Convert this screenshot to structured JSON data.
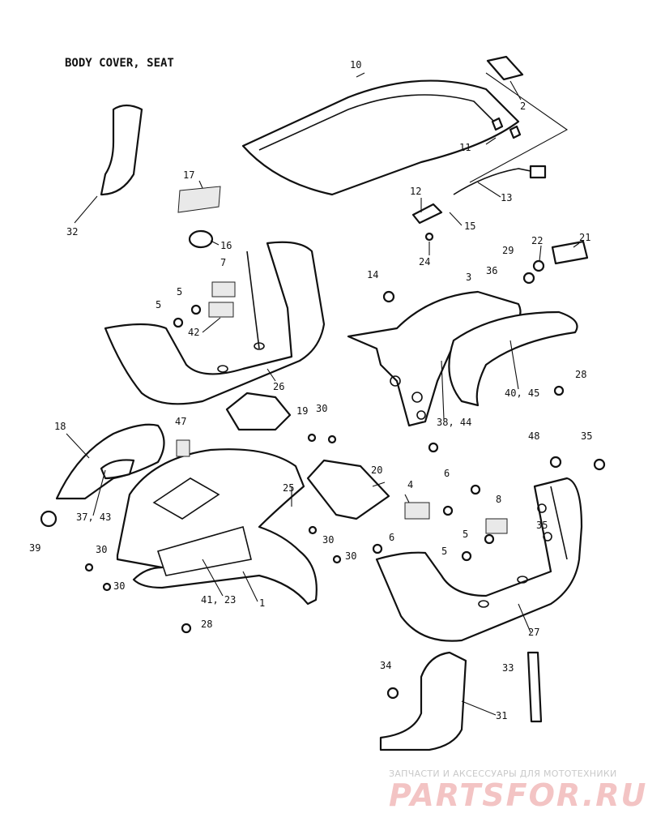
{
  "title": "BODY COVER, SEAT",
  "watermark": {
    "line1": "ЗАПЧАСТИ И АКСЕССУАРЫ ДЛЯ МОТОТЕХНИКИ",
    "logo": "PARTSFOR.RU"
  },
  "callouts": [
    "10",
    "2",
    "11",
    "32",
    "17",
    "12",
    "13",
    "15",
    "16",
    "7",
    "24",
    "22",
    "21",
    "29",
    "5",
    "5",
    "42",
    "14",
    "36",
    "3",
    "26",
    "28",
    "40, 45",
    "19",
    "30",
    "38, 44",
    "18",
    "47",
    "48",
    "35",
    "6",
    "20",
    "25",
    "4",
    "8",
    "35",
    "39",
    "37, 43",
    "30",
    "30",
    "30",
    "30",
    "6",
    "5",
    "5",
    "41, 23",
    "1",
    "27",
    "28",
    "34",
    "33",
    "31"
  ]
}
